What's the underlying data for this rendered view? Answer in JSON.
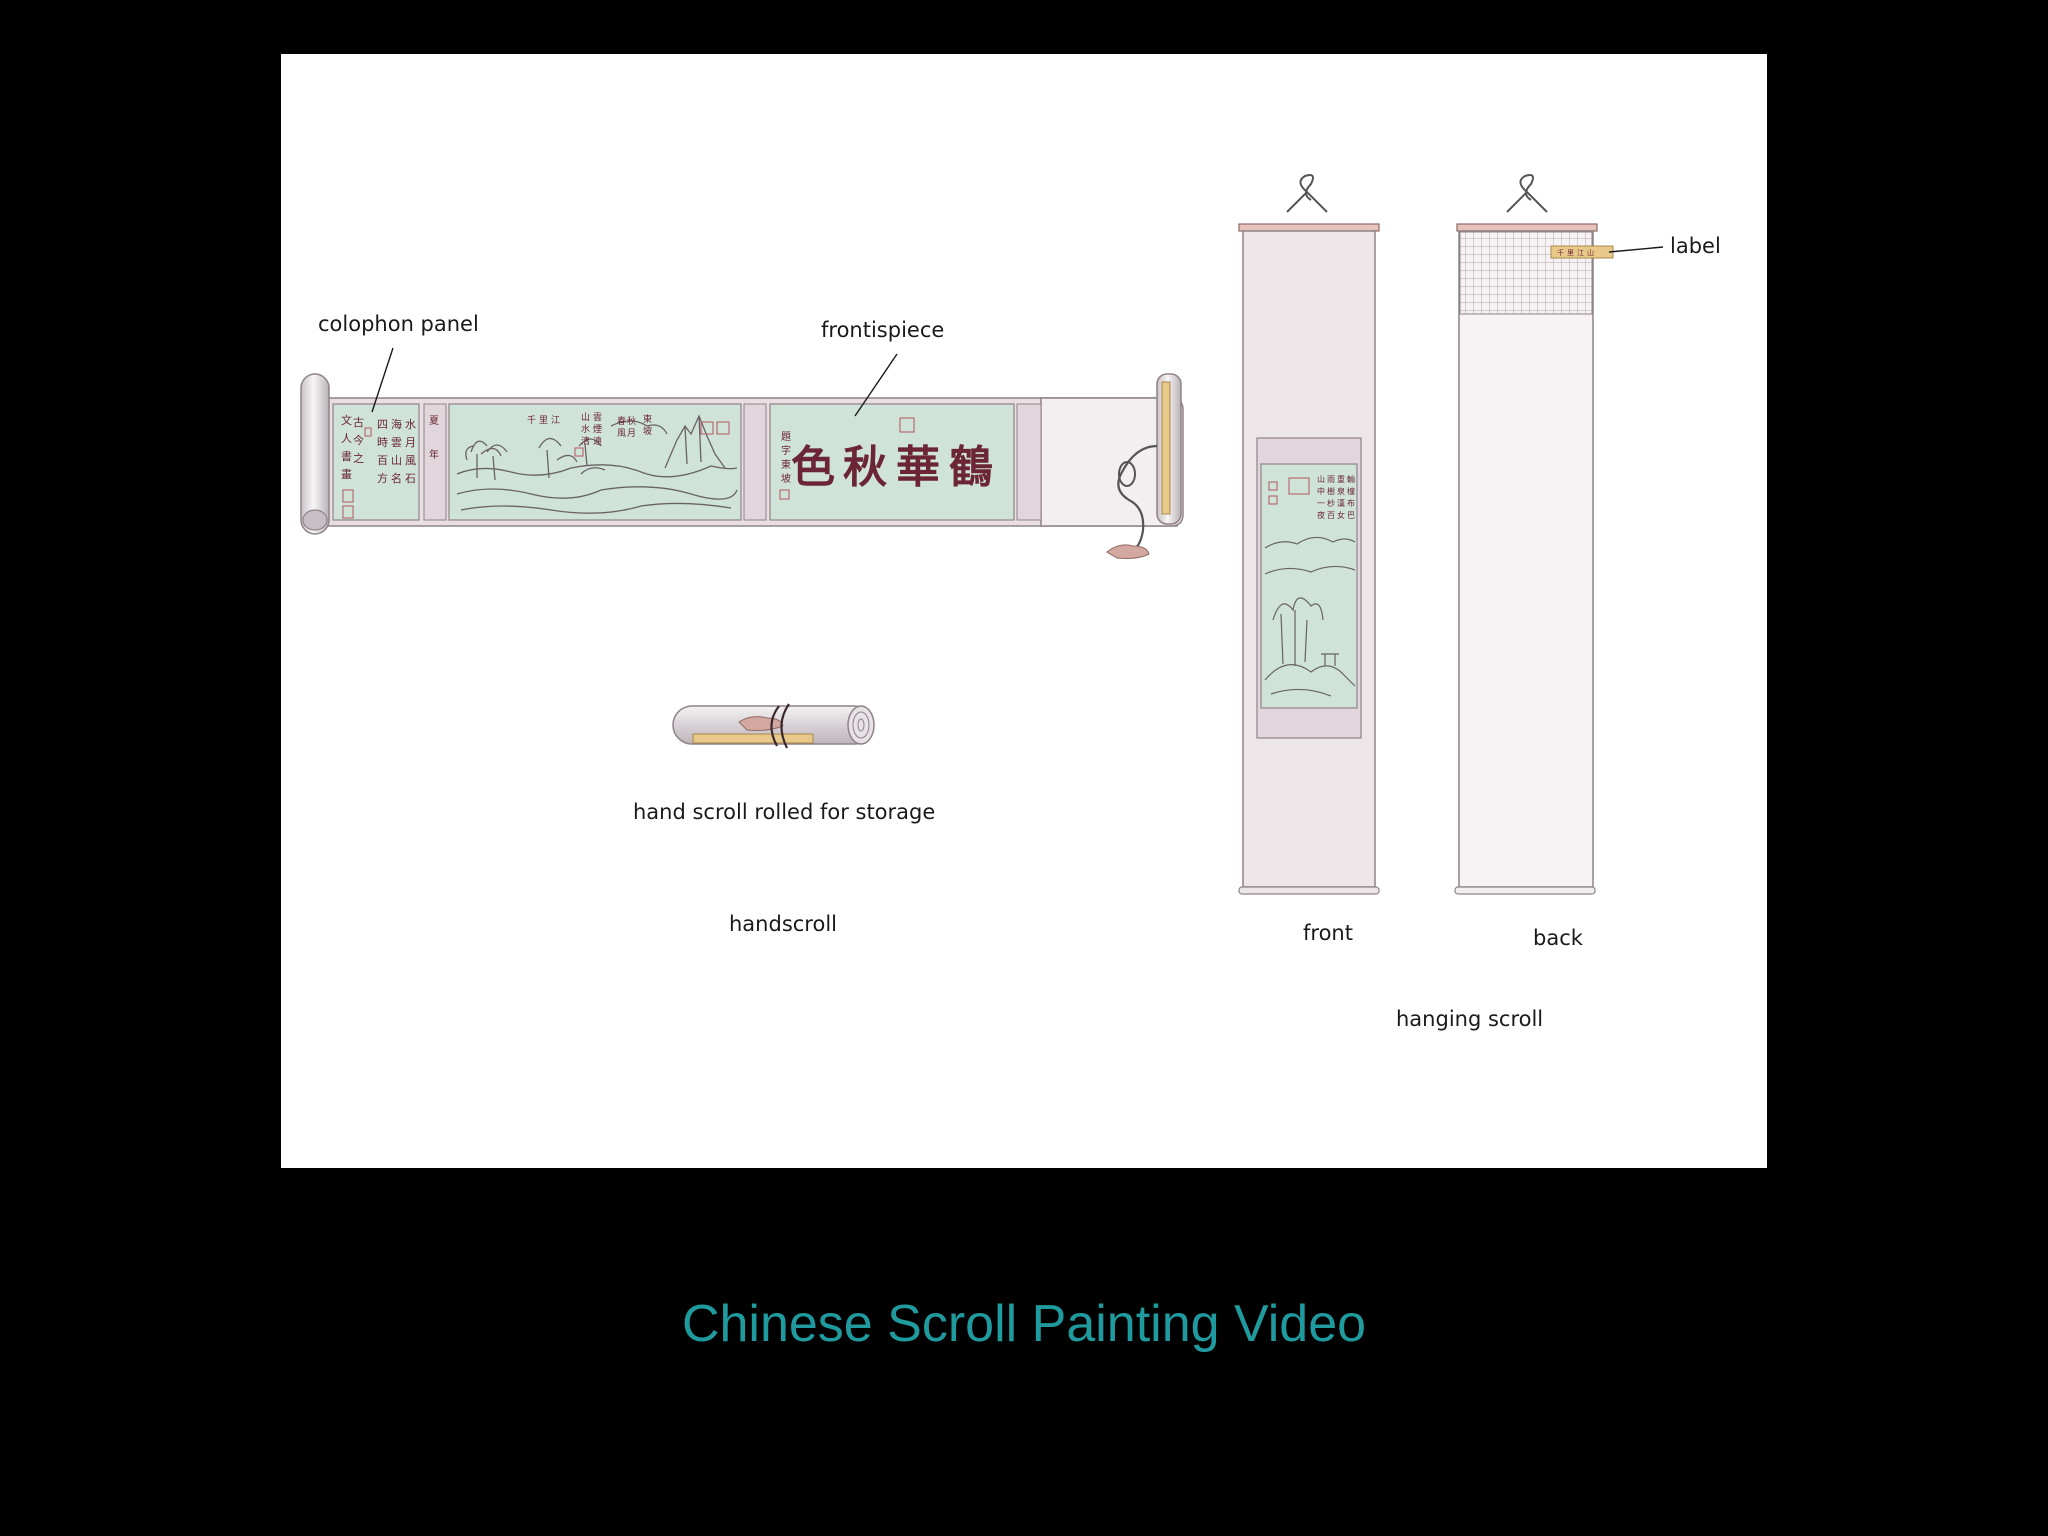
{
  "slide": {
    "labels": {
      "colophon_panel": "colophon panel",
      "frontispiece": "frontispiece",
      "hand_scroll_rolled": "hand scroll rolled for storage",
      "handscroll": "handscroll",
      "label": "label",
      "front": "front",
      "back": "back",
      "hanging_scroll": "hanging scroll"
    },
    "frontispiece_characters": [
      "鶴",
      "華",
      "秋",
      "色"
    ]
  },
  "video_title": "Chinese Scroll Painting Video",
  "colors": {
    "background": "#000000",
    "slide": "#ffffff",
    "panel_green": "#cfe3d8",
    "mount_pink": "#e9dfe3",
    "outline": "#8f8388",
    "ink": "#6b2536",
    "title_teal": "#1f9a9e",
    "label_gold": "#e9c98a"
  }
}
